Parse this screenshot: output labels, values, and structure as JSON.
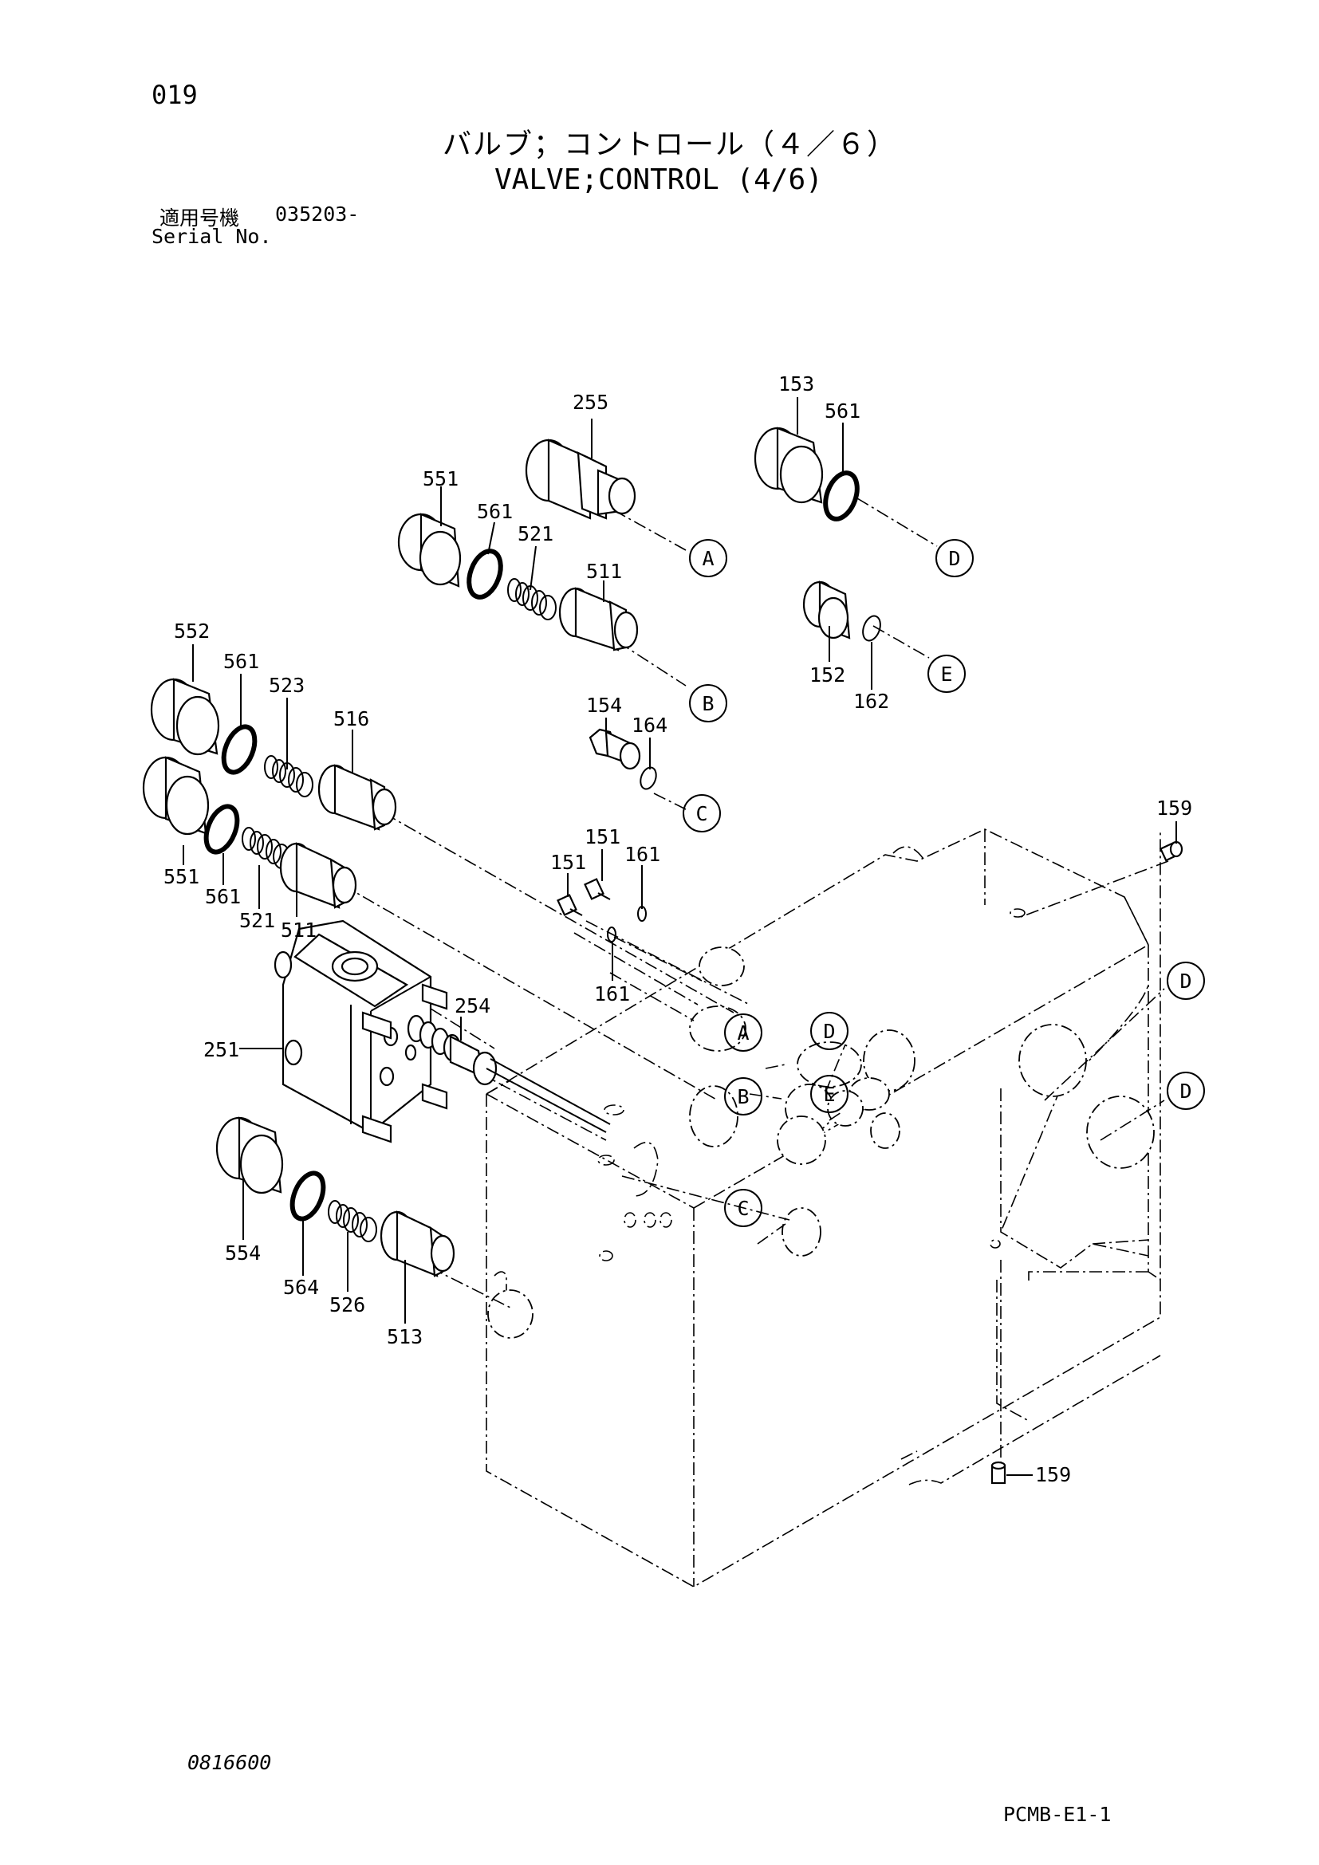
{
  "header": {
    "page_number": "019",
    "title_ja": "バルブ；コントロール（４／６）",
    "title_en": "VALVE;CONTROL (4/6)",
    "serial_label_ja": "適用号機",
    "serial_value": "035203-",
    "serial_label_en": "Serial No."
  },
  "footer": {
    "doc_code": "0816600",
    "page_code": "PCMB-E1-1"
  },
  "diagram": {
    "part_labels": {
      "p255": "255",
      "p153": "153",
      "p561a": "561",
      "p551a": "551",
      "p561b": "561",
      "p521a": "521",
      "p511a": "511",
      "p552": "552",
      "p561c": "561",
      "p523": "523",
      "p516": "516",
      "p154": "154",
      "p164": "164",
      "p152": "152",
      "p162": "162",
      "p159a": "159",
      "p551b": "551",
      "p561d": "561",
      "p521b": "521",
      "p511b": "511",
      "p151a": "151",
      "p151b": "151",
      "p161a": "161",
      "p161b": "161",
      "p254": "254",
      "p251": "251",
      "p554": "554",
      "p564": "564",
      "p526": "526",
      "p513": "513",
      "p159b": "159"
    },
    "callouts": {
      "cA1": "A",
      "cB1": "B",
      "cC1": "C",
      "cD1": "D",
      "cE1": "E",
      "cA2": "A",
      "cB2": "B",
      "cC2": "C",
      "cD2": "D",
      "cE2": "E",
      "cD3": "D",
      "cD4": "D"
    }
  }
}
